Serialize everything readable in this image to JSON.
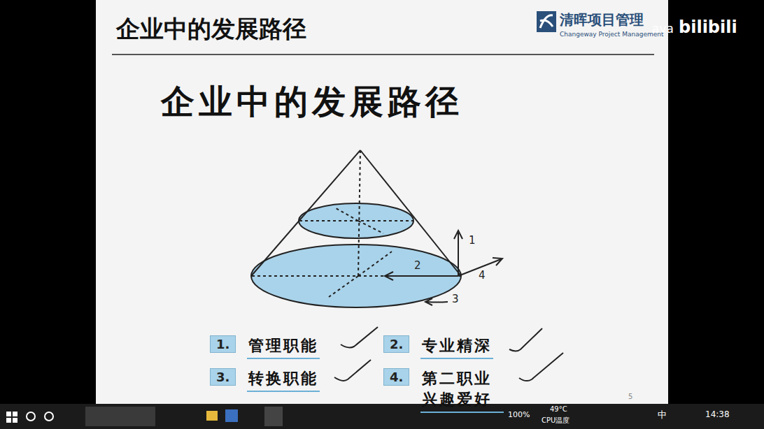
{
  "diagram": {
    "title": "企业中的发展路径",
    "nodes": [
      {
        "text": [
          "1.",
          "管理职能"
        ]
      },
      {
        "text": [
          "2.",
          "专业精深"
        ]
      },
      {
        "text": [
          "3.",
          "转换职能"
        ]
      },
      {
        "text": [
          "4.",
          "第二职业 兴趣爱好"
        ]
      }
    ],
    "labels": [
      "清晖项目管理",
      "Changeway Project Management",
      "ava",
      "bilibili",
      "企业中的发展路径",
      "1",
      "2",
      "4",
      "3",
      "5",
      "100%",
      "49°C",
      "CPU温度",
      "中",
      "14:38"
    ]
  }
}
